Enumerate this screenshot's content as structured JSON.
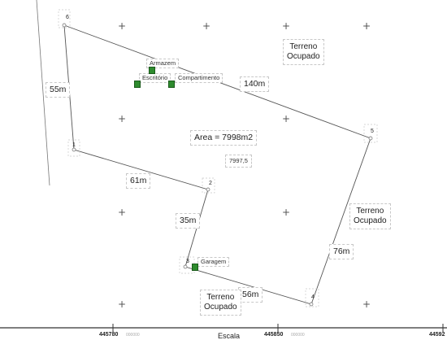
{
  "vertices": [
    "6",
    "2",
    "3",
    "4",
    "5",
    "1"
  ],
  "dimensions": {
    "left": "55m",
    "top": "140m",
    "lower_left": "61m",
    "inner": "35m",
    "right": "76m",
    "bottom": "56m"
  },
  "area": {
    "label": "Area = 7998m2",
    "value": "7997,5"
  },
  "buildings": [
    {
      "label": "Armazem"
    },
    {
      "label": "Escritório"
    },
    {
      "label": "Compartimento"
    },
    {
      "label": "Garagem"
    }
  ],
  "occupied": [
    {
      "line1": "Terreno",
      "line2": "Ocupado"
    },
    {
      "line1": "Terreno",
      "line2": "Ocupado"
    },
    {
      "line1": "Terreno",
      "line2": "Ocupado"
    }
  ],
  "axis": {
    "ticks": [
      "445780",
      "445850",
      "44592"
    ],
    "sub": [
      "000000",
      "000000"
    ]
  },
  "scale_label": "Escala",
  "colors": {
    "building_fill": "#2e8b2e",
    "parcel_line": "#555555",
    "label_box_border": "#c8c8c8"
  }
}
